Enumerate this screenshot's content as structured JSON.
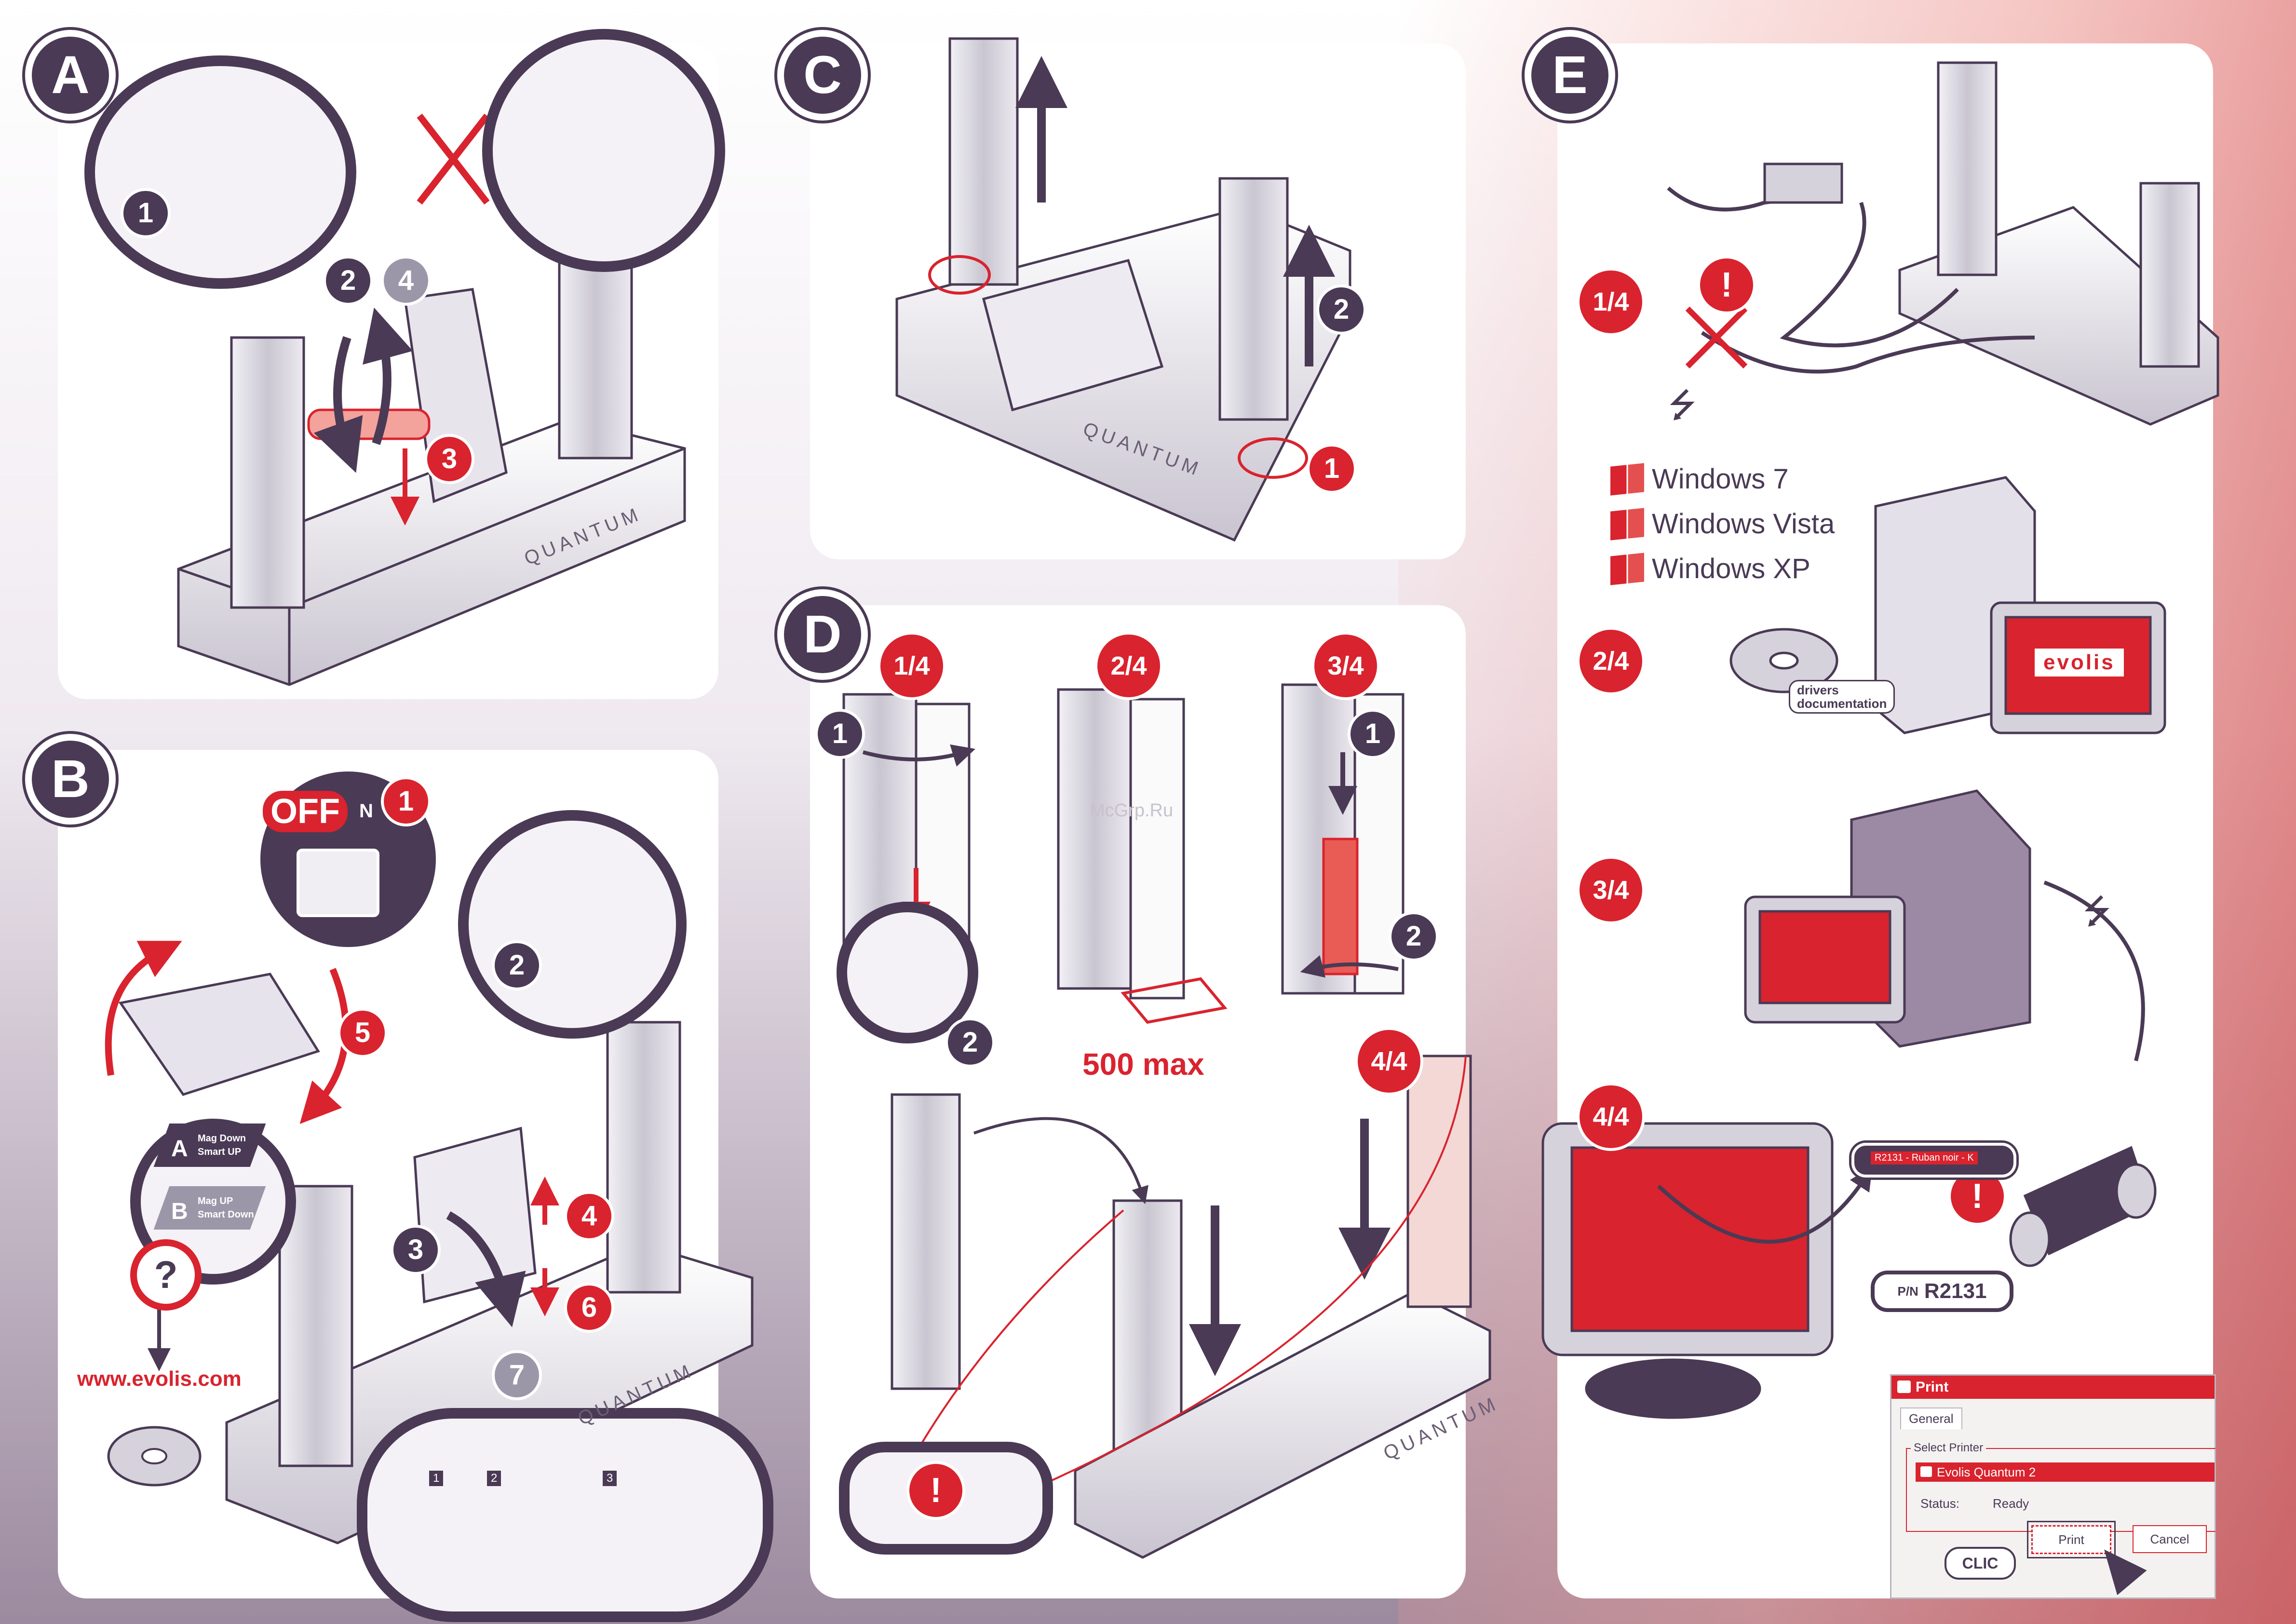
{
  "sections": {
    "a": {
      "letter": "A",
      "steps": [
        "1",
        "2",
        "4",
        "3"
      ],
      "brand_side": "QUANTUM"
    },
    "b": {
      "letter": "B",
      "switch_label": "OFF",
      "switch_on": "N",
      "steps": [
        "1",
        "2",
        "5",
        "3",
        "4",
        "6",
        "7"
      ],
      "card_a_letter": "A",
      "card_a_text1": "Mag Down",
      "card_a_text2": "Smart UP",
      "card_b_letter": "B",
      "card_b_text1": "Mag UP",
      "card_b_text2": "Smart Down",
      "help_mark": "?",
      "website": "www.evolis.com",
      "strip_steps": [
        "1",
        "2",
        "3"
      ],
      "brand_side": "QUANTUM"
    },
    "c": {
      "letter": "C",
      "steps": [
        "2",
        "1"
      ],
      "brand_side": "QUANTUM"
    },
    "d": {
      "letter": "D",
      "fractions": [
        "1/4",
        "2/4",
        "3/4",
        "4/4"
      ],
      "steps": [
        "1",
        "2",
        "1",
        "2"
      ],
      "capacity": "500 max",
      "warning": "!",
      "brand_side": "QUANTUM"
    },
    "e": {
      "letter": "E",
      "fractions": [
        "1/4",
        "2/4",
        "3/4",
        "4/4"
      ],
      "warning": "!",
      "os": [
        "Windows 7",
        "Windows Vista",
        "Windows XP"
      ],
      "cd_label1": "drivers",
      "cd_label2": "documentation",
      "screen_logo": "evolis",
      "ribbon_label": "R2131 - Ruban noir - K",
      "part_prefix": "P/N",
      "part_number": "R2131",
      "dialog": {
        "title": "Print",
        "tab": "General",
        "group": "Select Printer",
        "printer": "Evolis Quantum 2",
        "status_label": "Status:",
        "status_value": "Ready",
        "print_button": "Print",
        "cancel_button": "Cancel"
      },
      "clic": "CLIC"
    }
  },
  "watermark": "McGrp.Ru",
  "colors": {
    "accent": "#d9232e",
    "dark": "#4a3a55",
    "grey": "#9c97a8"
  }
}
